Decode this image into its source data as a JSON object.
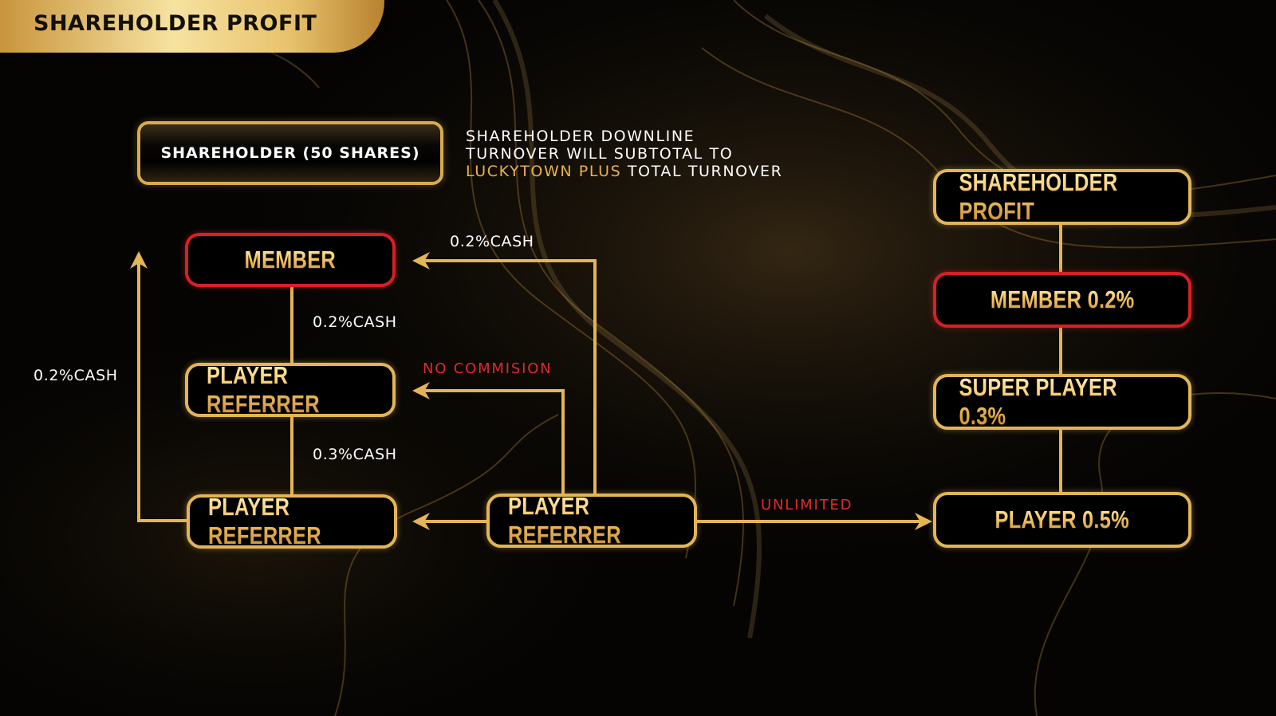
{
  "header": {
    "title": "SHAREHOLDER PROFIT"
  },
  "shareholder_box": {
    "label": "SHAREHOLDER (50 SHARES)"
  },
  "note": {
    "line1": "SHAREHOLDER DOWNLINE",
    "line2": "TURNOVER WILL SUBTOTAL TO",
    "highlight": "LUCKYTOWN PLUS",
    "line3_rest": " TOTAL TURNOVER"
  },
  "left_tree": {
    "member": "MEMBER",
    "player_referrer_mid": "PLAYER REFERRER",
    "player_referrer_bottom": "PLAYER REFERRER"
  },
  "center_node": "PLAYER REFERRER",
  "labels": {
    "member_to_referrer": "0.2%CASH",
    "referrer_to_referrer": "0.3%CASH",
    "left_loop": "0.2%CASH",
    "top_arrow": "0.2%CASH",
    "no_commision": "NO COMMISION",
    "unlimited": "UNLIMITED"
  },
  "right_chain": {
    "top": "SHAREHOLDER PROFIT",
    "member": "MEMBER 0.2%",
    "super_player": "SUPER PLAYER 0.3%",
    "player": "PLAYER 0.5%"
  },
  "colors": {
    "gold": "#e3b556",
    "red": "#d81f26",
    "background": "#050403"
  }
}
